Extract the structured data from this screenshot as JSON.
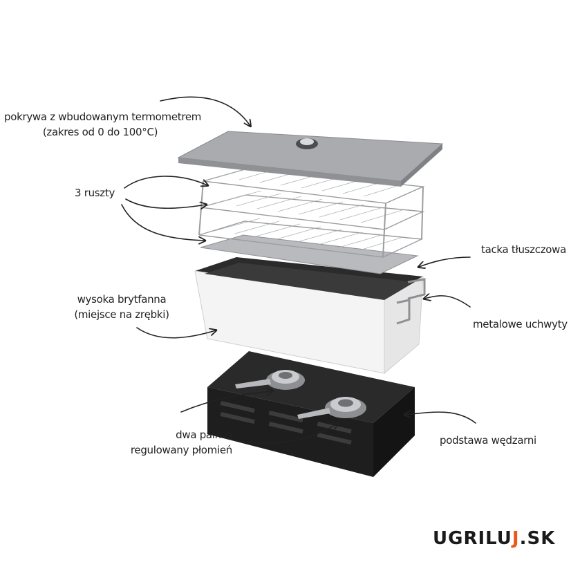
{
  "labels": {
    "lid": [
      "pokrywa z wbudowanym termometrem",
      "(zakres od 0 do 100°C)"
    ],
    "racks": "3 ruszty",
    "drip_tray": "tacka tłuszczowa",
    "roaster": [
      "wysoka brytfanna",
      "(miejsce na zrębki)"
    ],
    "handles": "metalowe uchwyty",
    "burners": [
      "dwa palniki",
      "regulowany płomień"
    ],
    "base": "podstawa wędzarni"
  },
  "logo": {
    "prefix": "UGRILU",
    "flame_letter": "J",
    "suffix": ".SK"
  },
  "colors": {
    "lid": "#a9abae",
    "rack": "#9a9c9f",
    "roaster_body": "#f4f4f4",
    "roaster_inner": "#2b2b2b",
    "base": "#1e1e1e",
    "logo_flame": "#e85a1b"
  }
}
